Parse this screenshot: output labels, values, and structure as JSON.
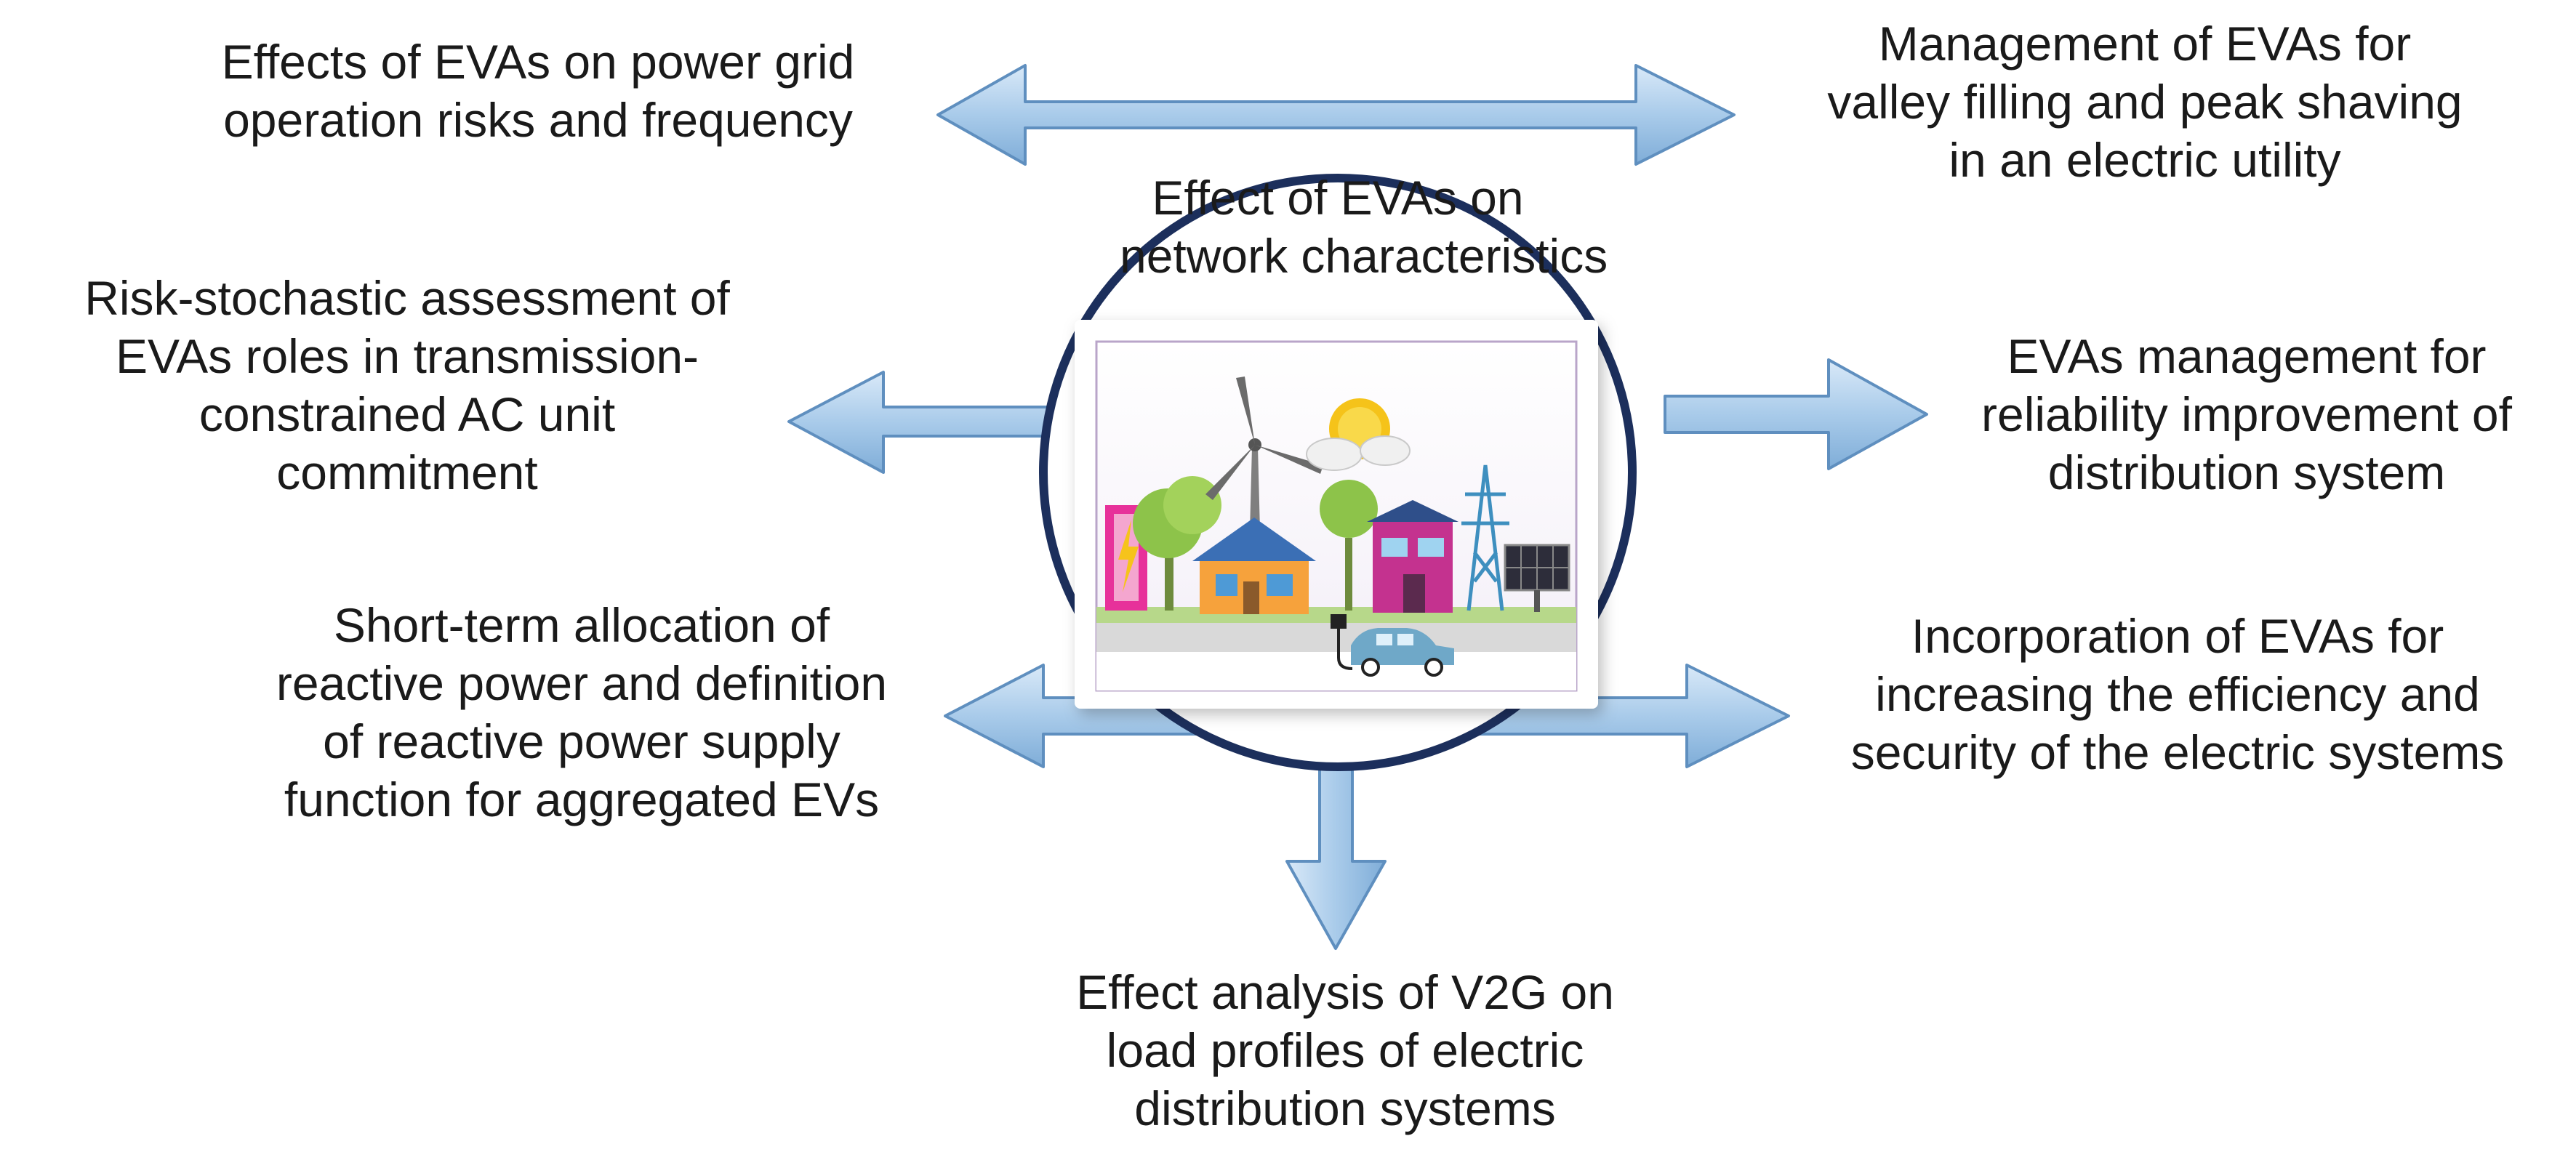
{
  "center": {
    "title": [
      "Effect of EVAs on",
      "network characteristics"
    ]
  },
  "topics": {
    "top_left": [
      "Effects of EVAs on power grid",
      "operation risks and frequency"
    ],
    "top_right": [
      "Management of EVAs for",
      "valley filling and peak shaving",
      "in an electric utility"
    ],
    "middle_left": [
      "Risk-stochastic assessment of",
      "EVAs roles in transmission-",
      "constrained AC unit",
      "commitment"
    ],
    "middle_right": [
      "EVAs management for",
      "reliability improvement of",
      "distribution system"
    ],
    "lower_left": [
      "Short-term allocation of",
      "reactive power and definition",
      "of reactive power supply",
      "function for aggregated EVs"
    ],
    "lower_right": [
      "Incorporation of EVAs for",
      "increasing the efficiency and",
      "security of the electric systems"
    ],
    "bottom": [
      "Effect analysis of V2G on",
      "load profiles of electric",
      "distribution systems"
    ]
  },
  "colors": {
    "arrow_fill": "#a9cbea",
    "arrow_stroke": "#5f8fbf",
    "circle_stroke": "#1c2f5c",
    "text": "#1a1a1a"
  },
  "icons": [
    "wind-turbine-icon",
    "sun-icon",
    "cloud-icon",
    "tree-icon",
    "house-icon",
    "transmission-tower-icon",
    "solar-panel-icon",
    "battery-icon",
    "ev-car-icon",
    "plug-icon"
  ]
}
